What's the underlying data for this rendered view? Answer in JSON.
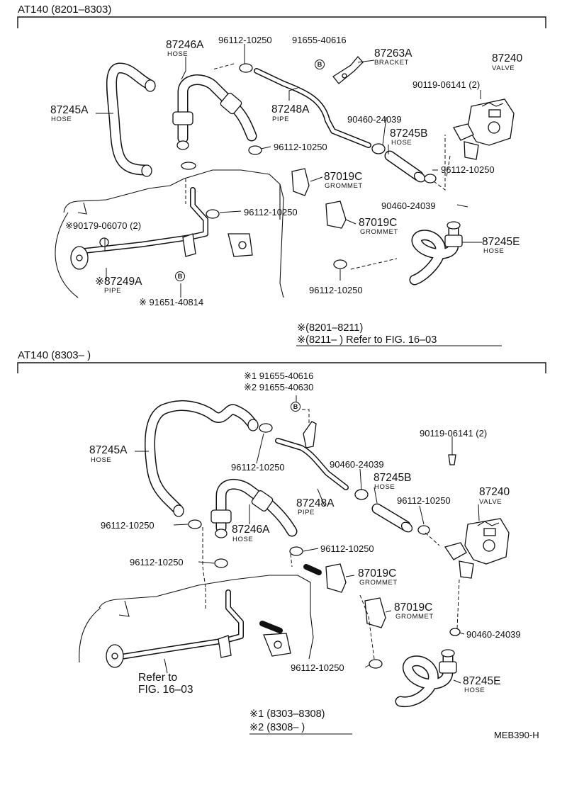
{
  "sections": {
    "top": {
      "title": "AT140 (8201–8303)"
    },
    "bottom": {
      "title": "AT140 (8303–        )"
    }
  },
  "top_labels": {
    "p87246A": "87246A",
    "p87246A_sub": "HOSE",
    "p96112_1": "96112-10250",
    "p91655": "91655-40616",
    "p87263A": "87263A",
    "p87263A_sub": "BRACKET",
    "p87240": "87240",
    "p87240_sub": "VALVE",
    "p90119": "90119-06141 (2)",
    "p87245A": "87245A",
    "p87245A_sub": "HOSE",
    "p87248A": "87248A",
    "p87248A_sub": "PIPE",
    "p90460_1": "90460-24039",
    "p87245B": "87245B",
    "p87245B_sub": "HOSE",
    "p96112_2": "96112-10250",
    "p96112_3": "96112-10250",
    "p87019C_1": "87019C",
    "p87019C_1_sub": "GROMMET",
    "p90460_2": "90460-24039",
    "p96112_4": "96112-10250",
    "p90179": "※90179-06070 (2)",
    "p87019C_2": "87019C",
    "p87019C_2_sub": "GROMMET",
    "p87245E": "87245E",
    "p87245E_sub": "HOSE",
    "p87249A": "※87249A",
    "p87249A_sub": "PIPE",
    "p96112_5": "96112-10250",
    "p91651": "※ 91651-40814",
    "note1": "※(8201–8211)",
    "note2": "※(8211–        ) Refer to FIG. 16–03",
    "b_marker": "B"
  },
  "bottom_labels": {
    "p91655_1": "※1 91655-40616",
    "p91655_2": "※2 91655-40630",
    "p90119": "90119-06141 (2)",
    "p87245A": "87245A",
    "p87245A_sub": "HOSE",
    "p96112_1": "96112-10250",
    "p90460_1": "90460-24039",
    "p87245B": "87245B",
    "p87245B_sub": "HOSE",
    "p87248A": "87248A",
    "p87248A_sub": "PIPE",
    "p96112_2": "96112-10250",
    "p87240": "87240",
    "p87240_sub": "VALVE",
    "p96112_3": "96112-10250",
    "p87246A": "87246A",
    "p87246A_sub": "HOSE",
    "p96112_4": "96112-10250",
    "p96112_5": "96112-10250",
    "p87019C_1": "87019C",
    "p87019C_1_sub": "GROMMET",
    "p87019C_2": "87019C",
    "p87019C_2_sub": "GROMMET",
    "p90460_2": "90460-24039",
    "p96112_6": "96112-10250",
    "p87245E": "87245E",
    "p87245E_sub": "HOSE",
    "refer1": "Refer to",
    "refer2": "FIG. 16–03",
    "note1": "※1 (8303–8308)",
    "note2": "※2 (8308–        )",
    "b_marker": "B"
  },
  "figure_code": "MEB390-H"
}
